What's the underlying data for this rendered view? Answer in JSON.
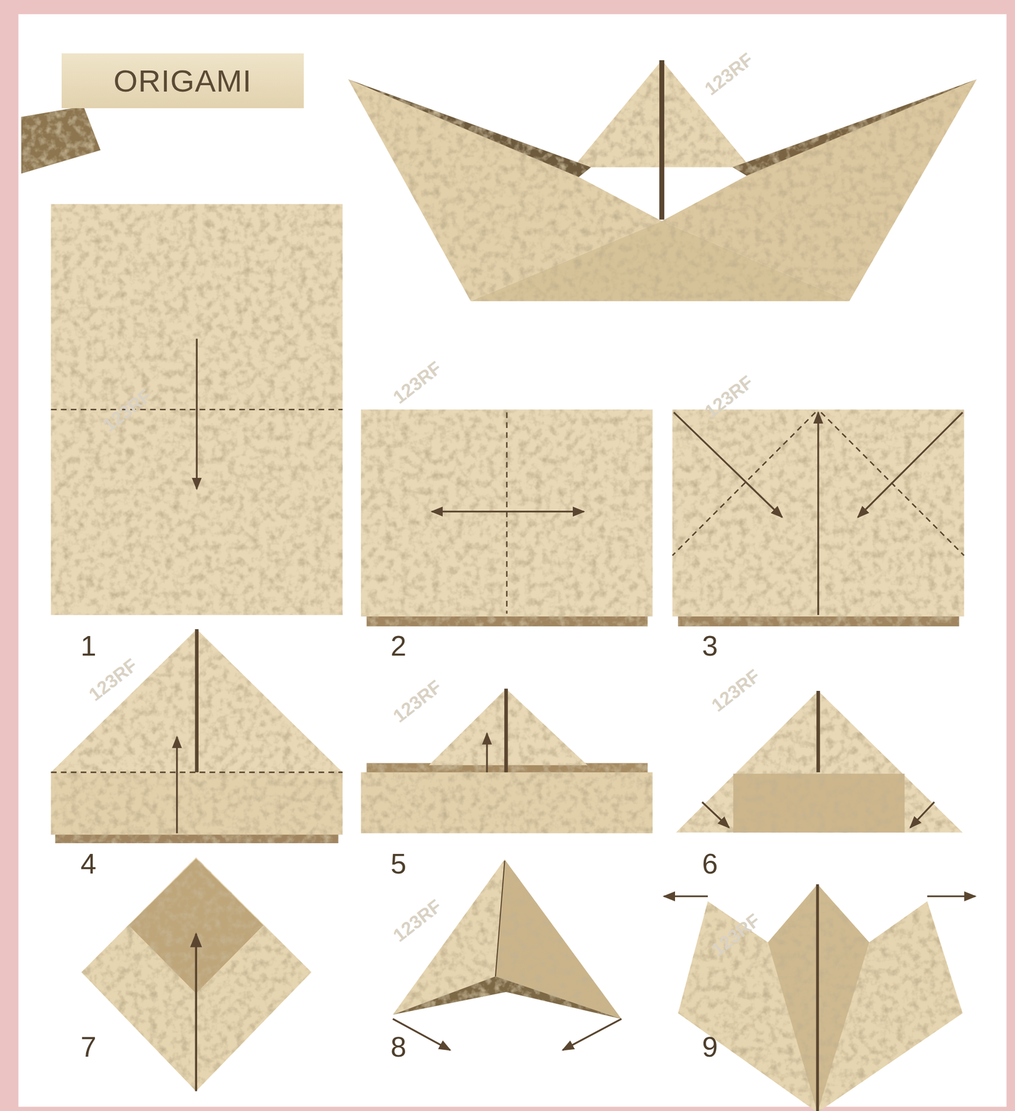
{
  "diagram": {
    "nodes": [
      {
        "text": [
          "ORIGAMI"
        ]
      }
    ],
    "labels": [
      "1",
      "2",
      "3",
      "4",
      "5",
      "6",
      "7",
      "8",
      "9",
      "123RF",
      "123RF",
      "123RF",
      "123RF",
      "123RF",
      "123RF",
      "123RF",
      "123RF",
      "123RF"
    ]
  }
}
